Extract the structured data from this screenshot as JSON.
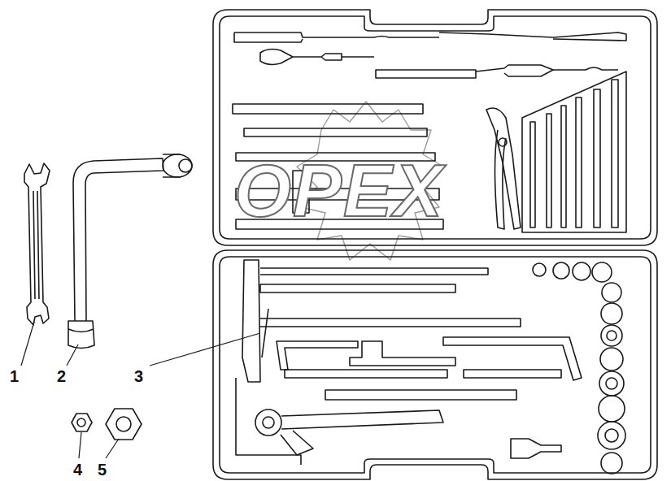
{
  "diagram": {
    "labels": [
      "1",
      "2",
      "3",
      "4",
      "5",
      "OPEX"
    ]
  }
}
